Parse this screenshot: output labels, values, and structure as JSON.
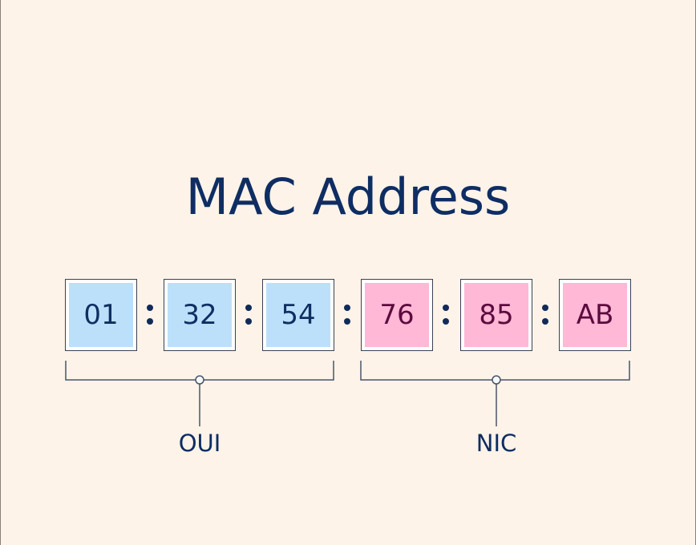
{
  "title": "MAC Address",
  "octets": [
    {
      "value": "01",
      "group": "OUI"
    },
    {
      "value": "32",
      "group": "OUI"
    },
    {
      "value": "54",
      "group": "OUI"
    },
    {
      "value": "76",
      "group": "NIC"
    },
    {
      "value": "85",
      "group": "NIC"
    },
    {
      "value": "AB",
      "group": "NIC"
    }
  ],
  "separator": ":",
  "groups": {
    "oui": {
      "label": "OUI",
      "color": "#bde0fa",
      "text_color": "#0f2f62"
    },
    "nic": {
      "label": "NIC",
      "color": "#ffb8d6",
      "text_color": "#5c0b3e"
    }
  },
  "colors": {
    "background": "#fdf3e9",
    "title": "#0e2d63",
    "bracket": "#4a5468",
    "box_border": "#3a4152"
  }
}
